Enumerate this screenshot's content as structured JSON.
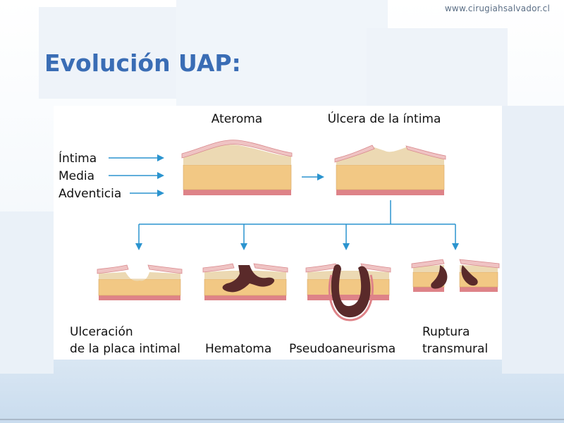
{
  "header": {
    "site_url": "www.cirugiahsalvador.cl",
    "title": "Evolución UAP:"
  },
  "diagram": {
    "layer_labels": {
      "intima": "Íntima",
      "media": "Media",
      "adventicia": "Adventicia"
    },
    "stages": {
      "ateroma": "Ateroma",
      "ulcera": "Úlcera de la íntima"
    },
    "outcomes": {
      "ulceracion_line1": "Ulceración",
      "ulceracion_line2": "de la placa intimal",
      "hematoma": "Hematoma",
      "pseudoaneurisma": "Pseudoaneurisma",
      "ruptura_line1": "Ruptura",
      "ruptura_line2": "transmural"
    },
    "colors": {
      "arrow": "#2b94cf",
      "intima": "#efc3c3",
      "intima_edge": "#d98a8e",
      "plaque": "#ecd9b3",
      "media": "#f2c884",
      "media_edge": "#d8a968",
      "adventitia": "#de8388",
      "hematoma": "#5a2a2a"
    }
  }
}
